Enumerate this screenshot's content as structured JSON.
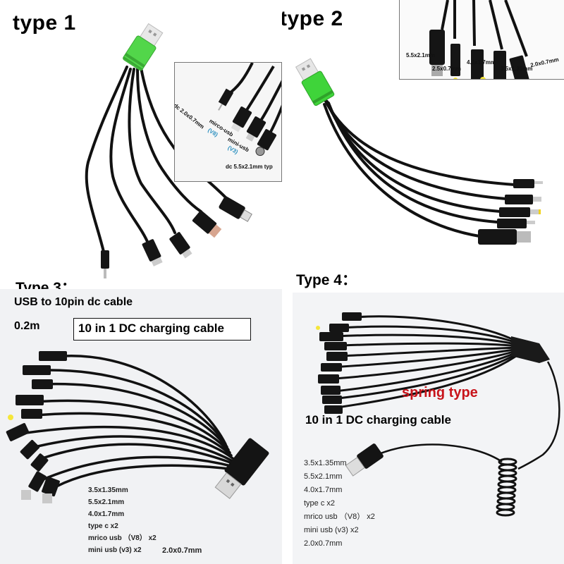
{
  "panels": {
    "type1": {
      "title": "type 1",
      "inset": {
        "labels": [
          {
            "text": "dc 2.0x0.7mm"
          },
          {
            "text": "mirco-usb"
          },
          {
            "text": "(V8)"
          },
          {
            "text": "mini-usb"
          },
          {
            "text": "(V3)"
          },
          {
            "text": "dc 5.5x2.1mm typ"
          }
        ]
      },
      "usb_color": "#52d64a"
    },
    "type2": {
      "title": "type 2",
      "inset": {
        "labels": [
          {
            "text": "5.5x2.1mm"
          },
          {
            "text": "2.5x0.7mm"
          },
          {
            "text": "4.0x1.7mm"
          },
          {
            "text": "3.5x1.35mm"
          },
          {
            "text": "2.0x0.7mm"
          }
        ]
      },
      "usb_color": "#3fd43a"
    },
    "type3": {
      "title": "Type 3：",
      "subtitle": "USB to 10pin dc cable",
      "length": "0.2m",
      "boxed_label": "10 in 1 DC charging cable",
      "specs": [
        "3.5x1.35mm",
        "5.5x2.1mm",
        "4.0x1.7mm",
        "type c x2",
        "mrico usb （V8） x2",
        "mini usb (v3) x2"
      ],
      "extra_spec": "2.0x0.7mm"
    },
    "type4": {
      "title": "Type 4：",
      "highlight": "spring type",
      "highlight_color": "#c8141b",
      "label": "10 in 1 DC charging cable",
      "specs": [
        "3.5x1.35mm",
        "5.5x2.1mm",
        "4.0x1.7mm",
        "type c x2",
        "mrico usb （V8） x2",
        "mini usb (v3) x2",
        "2.0x0.7mm"
      ]
    }
  }
}
